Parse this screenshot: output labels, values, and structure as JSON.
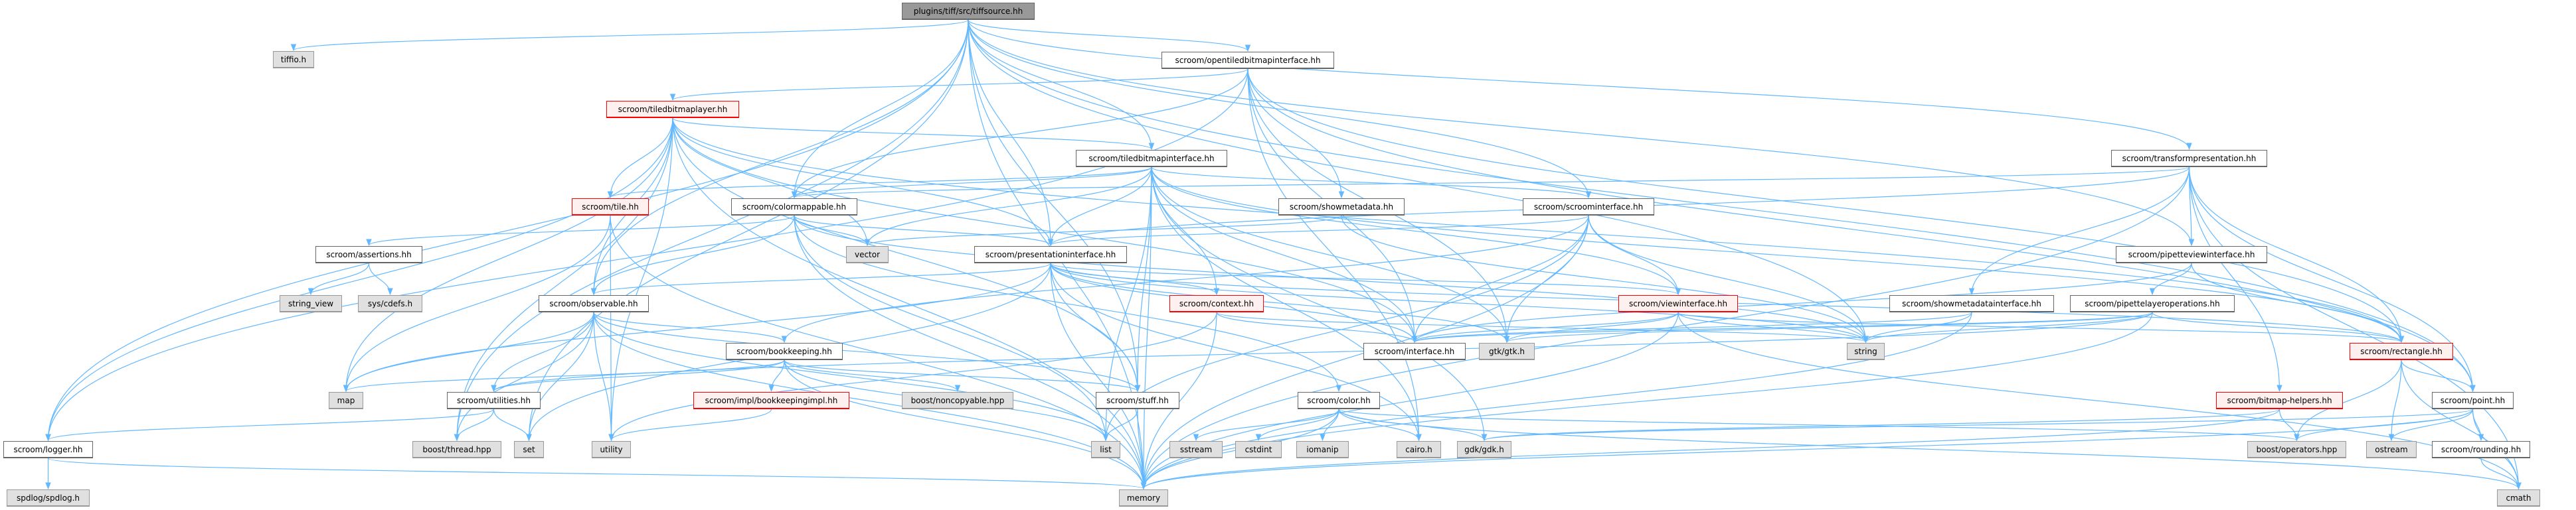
{
  "title": "plugins/tiff/src/tiffsource.hh",
  "colors": {
    "edge": "#63b8ff",
    "root_fill": "#999999",
    "external_fill": "#e0e0e0",
    "truncated_border": "#ff0000",
    "truncated_fill": "#fff0f0"
  },
  "nodes": [
    {
      "id": "tiffsource",
      "label": "plugins/tiff/src/tiffsource.hh",
      "kind": "root"
    },
    {
      "id": "tiffio",
      "label": "tiffio.h",
      "kind": "external"
    },
    {
      "id": "opentiled",
      "label": "scroom/opentiledbitmapinterface.hh",
      "kind": "normal"
    },
    {
      "id": "tiledlayer",
      "label": "scroom/tiledbitmaplayer.hh",
      "kind": "truncated"
    },
    {
      "id": "tiledif",
      "label": "scroom/tiledbitmapinterface.hh",
      "kind": "normal"
    },
    {
      "id": "transform",
      "label": "scroom/transformpresentation.hh",
      "kind": "normal"
    },
    {
      "id": "tile",
      "label": "scroom/tile.hh",
      "kind": "truncated"
    },
    {
      "id": "colormappable",
      "label": "scroom/colormappable.hh",
      "kind": "normal"
    },
    {
      "id": "showmetadata",
      "label": "scroom/showmetadata.hh",
      "kind": "normal"
    },
    {
      "id": "scroomif",
      "label": "scroom/scroominterface.hh",
      "kind": "normal"
    },
    {
      "id": "assertions",
      "label": "scroom/assertions.hh",
      "kind": "normal"
    },
    {
      "id": "vector",
      "label": "vector",
      "kind": "external"
    },
    {
      "id": "presentationif",
      "label": "scroom/presentationinterface.hh",
      "kind": "normal"
    },
    {
      "id": "pipetteview",
      "label": "scroom/pipetteviewinterface.hh",
      "kind": "normal"
    },
    {
      "id": "string_view",
      "label": "string_view",
      "kind": "external"
    },
    {
      "id": "cdefs",
      "label": "sys/cdefs.h",
      "kind": "external"
    },
    {
      "id": "observable",
      "label": "scroom/observable.hh",
      "kind": "normal"
    },
    {
      "id": "context",
      "label": "scroom/context.hh",
      "kind": "truncated"
    },
    {
      "id": "viewif",
      "label": "scroom/viewinterface.hh",
      "kind": "truncated"
    },
    {
      "id": "showmetaif",
      "label": "scroom/showmetadatainterface.hh",
      "kind": "normal"
    },
    {
      "id": "pipetteops",
      "label": "scroom/pipettelayeroperations.hh",
      "kind": "normal"
    },
    {
      "id": "bookkeeping",
      "label": "scroom/bookkeeping.hh",
      "kind": "normal"
    },
    {
      "id": "interface",
      "label": "scroom/interface.hh",
      "kind": "normal"
    },
    {
      "id": "gtk",
      "label": "gtk/gtk.h",
      "kind": "external"
    },
    {
      "id": "string",
      "label": "string",
      "kind": "external"
    },
    {
      "id": "rectangle",
      "label": "scroom/rectangle.hh",
      "kind": "truncated"
    },
    {
      "id": "map",
      "label": "map",
      "kind": "external"
    },
    {
      "id": "utilities",
      "label": "scroom/utilities.hh",
      "kind": "normal"
    },
    {
      "id": "bkimpl",
      "label": "scroom/impl/bookkeepingimpl.hh",
      "kind": "truncated"
    },
    {
      "id": "noncopyable",
      "label": "boost/noncopyable.hpp",
      "kind": "external"
    },
    {
      "id": "stuff",
      "label": "scroom/stuff.hh",
      "kind": "normal"
    },
    {
      "id": "color",
      "label": "scroom/color.hh",
      "kind": "normal"
    },
    {
      "id": "bitmaphelpers",
      "label": "scroom/bitmap-helpers.hh",
      "kind": "truncated"
    },
    {
      "id": "point",
      "label": "scroom/point.hh",
      "kind": "normal"
    },
    {
      "id": "logger",
      "label": "scroom/logger.hh",
      "kind": "normal"
    },
    {
      "id": "thread",
      "label": "boost/thread.hpp",
      "kind": "external"
    },
    {
      "id": "set",
      "label": "set",
      "kind": "external"
    },
    {
      "id": "utility",
      "label": "utility",
      "kind": "external"
    },
    {
      "id": "list",
      "label": "list",
      "kind": "external"
    },
    {
      "id": "sstream",
      "label": "sstream",
      "kind": "external"
    },
    {
      "id": "cstdint",
      "label": "cstdint",
      "kind": "external"
    },
    {
      "id": "iomanip",
      "label": "iomanip",
      "kind": "external"
    },
    {
      "id": "cairo",
      "label": "cairo.h",
      "kind": "external"
    },
    {
      "id": "gdk",
      "label": "gdk/gdk.h",
      "kind": "external"
    },
    {
      "id": "operators",
      "label": "boost/operators.hpp",
      "kind": "external"
    },
    {
      "id": "ostream",
      "label": "ostream",
      "kind": "external"
    },
    {
      "id": "rounding",
      "label": "scroom/rounding.hh",
      "kind": "normal"
    },
    {
      "id": "spdlog",
      "label": "spdlog/spdlog.h",
      "kind": "external"
    },
    {
      "id": "memory",
      "label": "memory",
      "kind": "external"
    },
    {
      "id": "cmath",
      "label": "cmath",
      "kind": "external"
    }
  ],
  "edges": [
    [
      "tiffsource",
      "tiffio"
    ],
    [
      "tiffsource",
      "opentiled"
    ],
    [
      "tiffsource",
      "tiledif"
    ],
    [
      "tiffsource",
      "colormappable"
    ],
    [
      "tiffsource",
      "presentationif"
    ],
    [
      "tiffsource",
      "scroomif"
    ],
    [
      "tiffsource",
      "observable"
    ],
    [
      "tiffsource",
      "logger"
    ],
    [
      "tiffsource",
      "memory"
    ],
    [
      "tiffsource",
      "string"
    ],
    [
      "tiffsource",
      "transform"
    ],
    [
      "tiffsource",
      "pipetteview"
    ],
    [
      "tiffsource",
      "point"
    ],
    [
      "tiffsource",
      "stuff"
    ],
    [
      "tiffsource",
      "thread"
    ],
    [
      "tiffsource",
      "set"
    ],
    [
      "opentiled",
      "tiledlayer"
    ],
    [
      "opentiled",
      "colormappable"
    ],
    [
      "opentiled",
      "logger"
    ],
    [
      "opentiled",
      "showmetadata"
    ],
    [
      "opentiled",
      "interface"
    ],
    [
      "opentiled",
      "gtk"
    ],
    [
      "opentiled",
      "rectangle"
    ],
    [
      "opentiled",
      "point"
    ],
    [
      "opentiled",
      "cairo"
    ],
    [
      "tiledlayer",
      "tiledif"
    ],
    [
      "tiledlayer",
      "tile"
    ],
    [
      "tiledlayer",
      "observable"
    ],
    [
      "tiledlayer",
      "logger"
    ],
    [
      "tiledlayer",
      "memory"
    ],
    [
      "tiledlayer",
      "vector"
    ],
    [
      "tiledlayer",
      "map"
    ],
    [
      "tiledlayer",
      "stuff"
    ],
    [
      "tiledlayer",
      "thread"
    ],
    [
      "tiledlayer",
      "interface"
    ],
    [
      "tiledlayer",
      "presentationif"
    ],
    [
      "tiledlayer",
      "rectangle"
    ],
    [
      "tiledlayer",
      "utility"
    ],
    [
      "tiledif",
      "tile"
    ],
    [
      "tiledif",
      "colormappable"
    ],
    [
      "tiledif",
      "scroomif"
    ],
    [
      "tiledif",
      "presentationif"
    ],
    [
      "tiledif",
      "context"
    ],
    [
      "tiledif",
      "viewif"
    ],
    [
      "tiledif",
      "interface"
    ],
    [
      "tiledif",
      "gtk"
    ],
    [
      "tiledif",
      "vector"
    ],
    [
      "tiledif",
      "list"
    ],
    [
      "tiledif",
      "memory"
    ],
    [
      "tiledif",
      "stuff"
    ],
    [
      "tiledif",
      "rectangle"
    ],
    [
      "tiledif",
      "cairo"
    ],
    [
      "tiledif",
      "gdk"
    ],
    [
      "transform",
      "colormappable"
    ],
    [
      "transform",
      "presentationif"
    ],
    [
      "transform",
      "pipetteview"
    ],
    [
      "transform",
      "showmetaif"
    ],
    [
      "transform",
      "rectangle"
    ],
    [
      "transform",
      "point"
    ],
    [
      "transform",
      "bitmaphelpers"
    ],
    [
      "transform",
      "memory"
    ],
    [
      "transform",
      "cmath"
    ],
    [
      "tile",
      "map"
    ],
    [
      "tile",
      "utility"
    ],
    [
      "tile",
      "memory"
    ],
    [
      "colormappable",
      "assertions"
    ],
    [
      "colormappable",
      "vector"
    ],
    [
      "colormappable",
      "presentationif"
    ],
    [
      "colormappable",
      "observable"
    ],
    [
      "colormappable",
      "string"
    ],
    [
      "colormappable",
      "memory"
    ],
    [
      "colormappable",
      "color"
    ],
    [
      "colormappable",
      "list"
    ],
    [
      "showmetadata",
      "vector"
    ],
    [
      "showmetadata",
      "string"
    ],
    [
      "scroomif",
      "presentationif"
    ],
    [
      "scroomif",
      "viewif"
    ],
    [
      "scroomif",
      "interface"
    ],
    [
      "scroomif",
      "gtk"
    ],
    [
      "scroomif",
      "string"
    ],
    [
      "scroomif",
      "bookkeeping"
    ],
    [
      "scroomif",
      "memory"
    ],
    [
      "scroomif",
      "list"
    ],
    [
      "assertions",
      "string_view"
    ],
    [
      "assertions",
      "cdefs"
    ],
    [
      "presentationif",
      "observable"
    ],
    [
      "presentationif",
      "context"
    ],
    [
      "presentationif",
      "viewif"
    ],
    [
      "presentationif",
      "interface"
    ],
    [
      "presentationif",
      "gtk"
    ],
    [
      "presentationif",
      "rectangle"
    ],
    [
      "presentationif",
      "memory"
    ],
    [
      "presentationif",
      "set"
    ],
    [
      "presentationif",
      "map"
    ],
    [
      "presentationif",
      "string"
    ],
    [
      "presentationif",
      "cairo"
    ],
    [
      "presentationif",
      "stuff"
    ],
    [
      "pipetteview",
      "pipetteops"
    ],
    [
      "pipetteview",
      "rectangle"
    ],
    [
      "pipetteview",
      "interface"
    ],
    [
      "observable",
      "map"
    ],
    [
      "observable",
      "utilities"
    ],
    [
      "observable",
      "thread"
    ],
    [
      "observable",
      "memory"
    ],
    [
      "observable",
      "utility"
    ],
    [
      "observable",
      "bookkeeping"
    ],
    [
      "observable",
      "stuff"
    ],
    [
      "observable",
      "set"
    ],
    [
      "observable",
      "list"
    ],
    [
      "context",
      "interface"
    ],
    [
      "context",
      "string"
    ],
    [
      "context",
      "utility"
    ],
    [
      "context",
      "memory"
    ],
    [
      "viewif",
      "interface"
    ],
    [
      "viewif",
      "gtk"
    ],
    [
      "viewif",
      "string"
    ],
    [
      "viewif",
      "rectangle"
    ],
    [
      "viewif",
      "memory"
    ],
    [
      "viewif",
      "cmath"
    ],
    [
      "showmetaif",
      "interface"
    ],
    [
      "showmetaif",
      "string"
    ],
    [
      "showmetaif",
      "memory"
    ],
    [
      "pipetteops",
      "rectangle"
    ],
    [
      "pipetteops",
      "interface"
    ],
    [
      "pipetteops",
      "string"
    ],
    [
      "pipetteops",
      "memory"
    ],
    [
      "pipetteops",
      "utilities"
    ],
    [
      "pipetteops",
      "gtk"
    ],
    [
      "bookkeeping",
      "map"
    ],
    [
      "bookkeeping",
      "utilities"
    ],
    [
      "bookkeeping",
      "bkimpl"
    ],
    [
      "bookkeeping",
      "noncopyable"
    ],
    [
      "bookkeeping",
      "stuff"
    ],
    [
      "bookkeeping",
      "memory"
    ],
    [
      "bookkeeping",
      "list"
    ],
    [
      "rectangle",
      "point"
    ],
    [
      "rectangle",
      "operators"
    ],
    [
      "rectangle",
      "ostream"
    ],
    [
      "rectangle",
      "cmath"
    ],
    [
      "utilities",
      "logger"
    ],
    [
      "utilities",
      "thread"
    ],
    [
      "utilities",
      "set"
    ],
    [
      "bkimpl",
      "utility"
    ],
    [
      "stuff",
      "list"
    ],
    [
      "stuff",
      "memory"
    ],
    [
      "color",
      "sstream"
    ],
    [
      "color",
      "cstdint"
    ],
    [
      "color",
      "iomanip"
    ],
    [
      "color",
      "cairo"
    ],
    [
      "color",
      "gdk"
    ],
    [
      "color",
      "operators"
    ],
    [
      "color",
      "cmath"
    ],
    [
      "color",
      "memory"
    ],
    [
      "bitmaphelpers",
      "gdk"
    ],
    [
      "bitmaphelpers",
      "operators"
    ],
    [
      "bitmaphelpers",
      "memory"
    ],
    [
      "point",
      "gdk"
    ],
    [
      "point",
      "operators"
    ],
    [
      "point",
      "ostream"
    ],
    [
      "point",
      "rounding"
    ],
    [
      "point",
      "cmath"
    ],
    [
      "point",
      "memory"
    ],
    [
      "rounding",
      "cmath"
    ],
    [
      "logger",
      "spdlog"
    ],
    [
      "logger",
      "memory"
    ]
  ]
}
